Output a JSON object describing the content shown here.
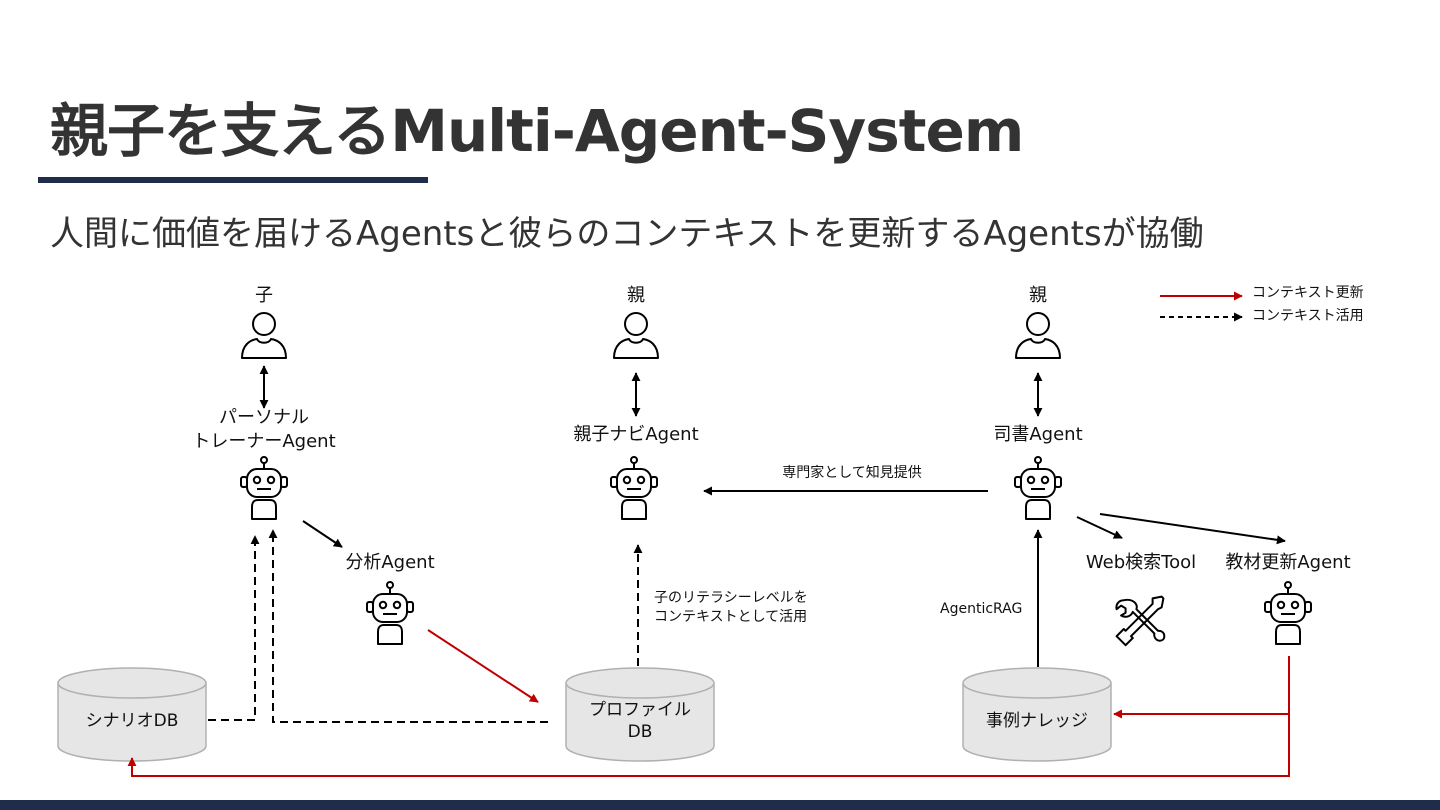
{
  "header": {
    "title": "親子を支えるMulti-Agent-System",
    "subtitle": "人間に価値を届けるAgentsと彼らのコンテキストを更新するAgentsが協働"
  },
  "legend": {
    "update": "コンテキスト更新",
    "use": "コンテキスト活用",
    "update_color": "#c00000",
    "use_color": "#000000"
  },
  "users": {
    "child": "子",
    "parent1": "親",
    "parent2": "親"
  },
  "agents": {
    "trainer_line1": "パーソナル",
    "trainer_line2": "トレーナーAgent",
    "navi": "親子ナビAgent",
    "librarian": "司書Agent",
    "analysis": "分析Agent",
    "material": "教材更新Agent"
  },
  "tools": {
    "web_search": "Web検索Tool"
  },
  "databases": {
    "scenario": "シナリオDB",
    "profile_line1": "プロファイル",
    "profile_line2": "DB",
    "cases": "事例ナレッジ"
  },
  "edge_labels": {
    "expert": "専門家として知見提供",
    "literacy_line1": "子のリテラシーレベルを",
    "literacy_line2": "コンテキストとして活用",
    "rag": "AgenticRAG"
  },
  "colors": {
    "accent": "#1f2d4a",
    "db_fill": "#e6e6e6",
    "db_stroke": "#b0b0b0",
    "update_arrow": "#c00000"
  }
}
